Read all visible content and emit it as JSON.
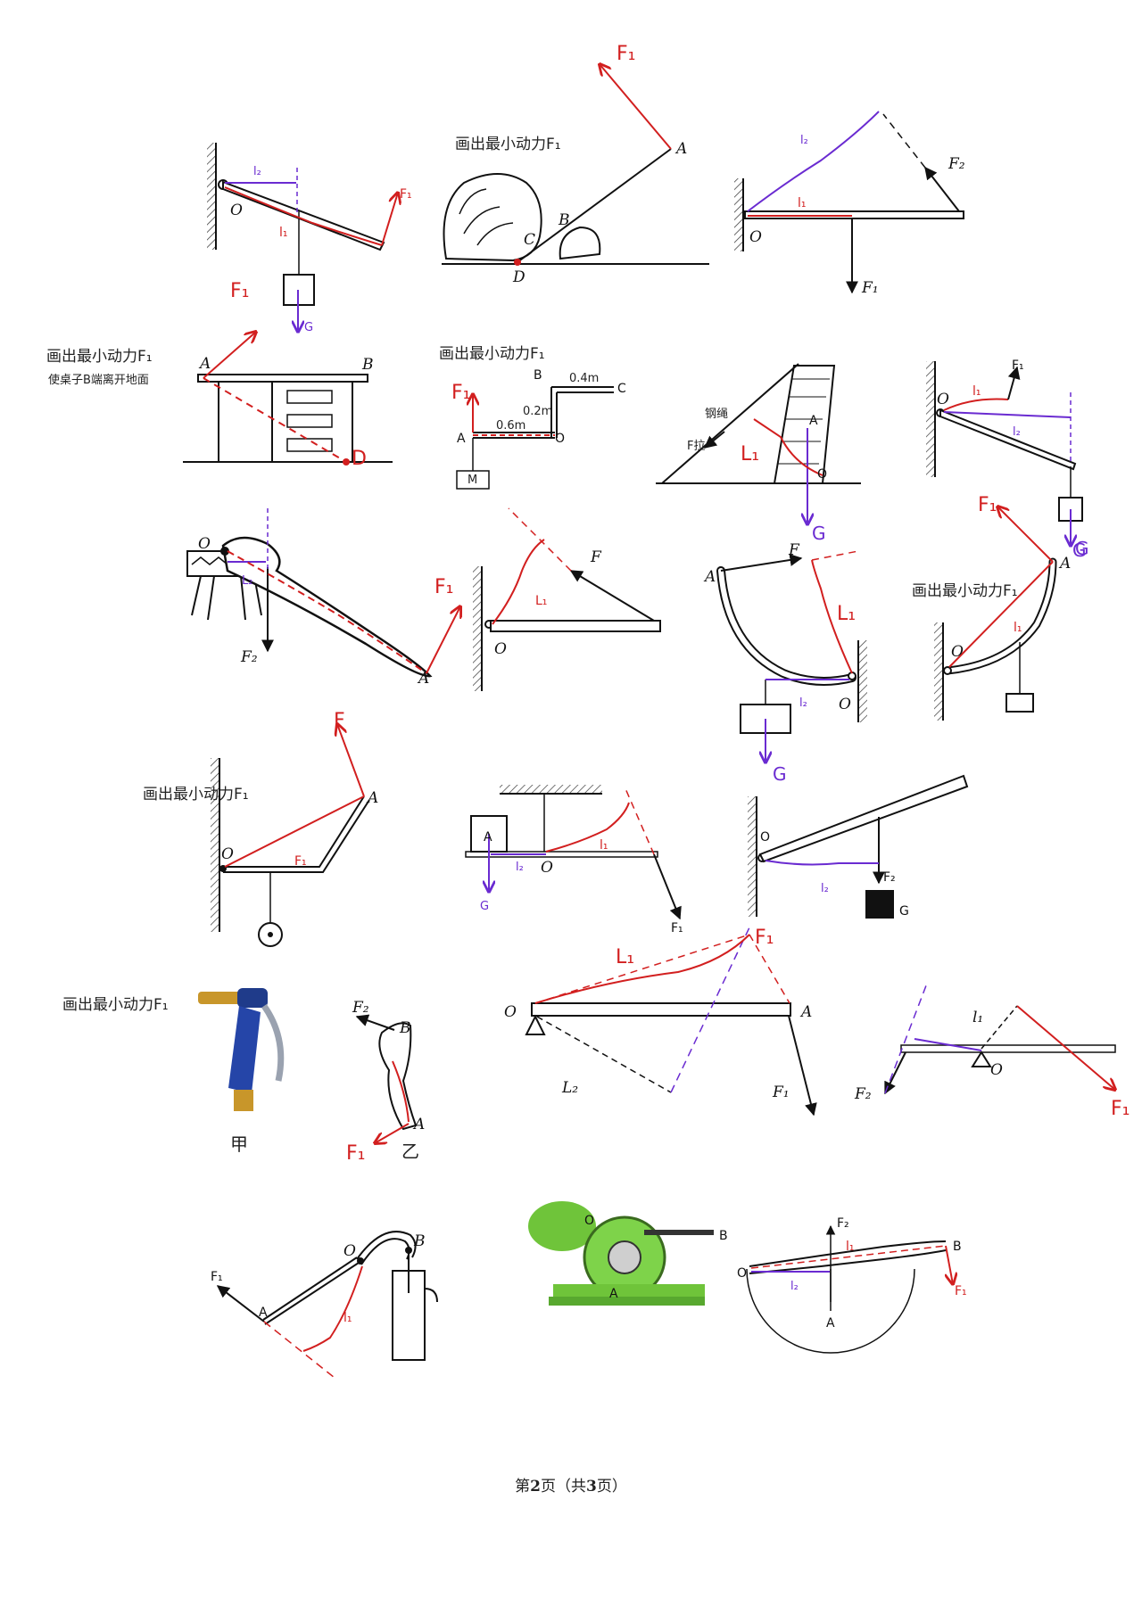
{
  "instructions": {
    "min_force": "画出最小动力F₁",
    "lift_table": "使桌子B端离开地面"
  },
  "labels": {
    "O": "O",
    "A": "A",
    "B": "B",
    "C": "C",
    "D": "D",
    "F": "F",
    "F1": "F₁",
    "F2": "F₂",
    "G": "G",
    "M": "M",
    "L1": "L₁",
    "L2": "L₂",
    "l1": "l₁",
    "l1_small": "l₁",
    "l2_small": "l₂"
  },
  "dimensions": {
    "d1": "0.4m",
    "d2": "0.2m",
    "d3": "0.6m"
  },
  "cable": {
    "label": "钢绳",
    "force": "F拉"
  },
  "captions": {
    "jia": "甲",
    "yi": "乙"
  },
  "footer": {
    "prefix": "第",
    "page": "2",
    "mid": "页（共",
    "total": "3",
    "suffix": "页）"
  }
}
